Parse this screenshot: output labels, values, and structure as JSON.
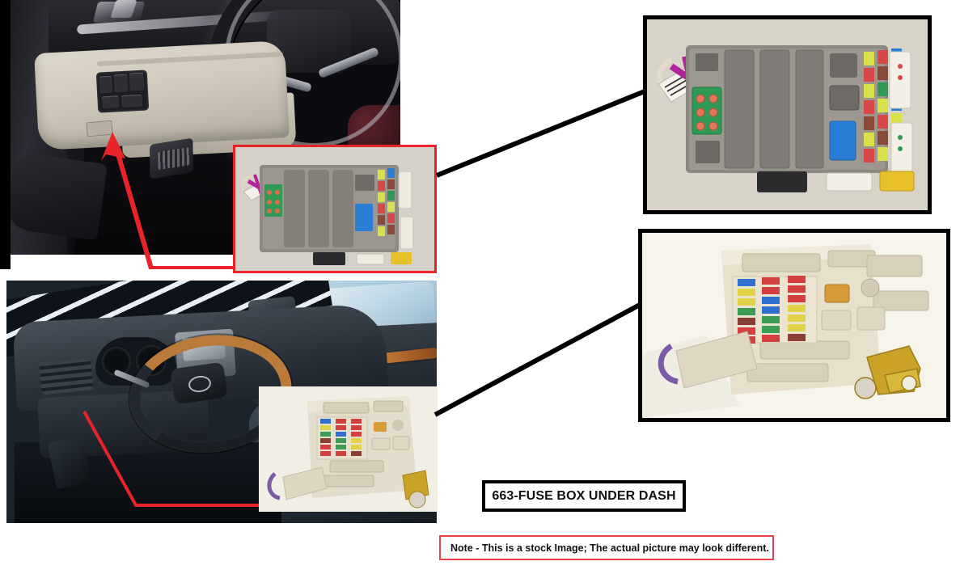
{
  "document": {
    "title": "663-FUSE BOX UNDER DASH",
    "type": "parts-illustration"
  },
  "caption": {
    "part_label": "663-FUSE BOX UNDER DASH",
    "note": "Note - This is a stock Image; The actual picture may look different."
  },
  "colors": {
    "callout_red": "#e8232a",
    "note_border_red": "#e8414a",
    "frame_black": "#000000",
    "page_background": "#ffffff"
  },
  "panels": {
    "cabin_top": {
      "name": "driver footwell and lower dash",
      "description": "Car interior photo showing steering wheel, beige lower dash trim panel with switch pad, brake pedal and dark floor mat",
      "pointer": "red-arrow-up-left"
    },
    "inset_fusebox_gray": {
      "name": "gray fuse box inset",
      "description": "Close-up of gray junction block with colored blade fuses, green relay block and magenta tag",
      "border_color": "#e8232a"
    },
    "cabin_bottom": {
      "name": "lexus cabin interior",
      "description": "Car interior photo showing wood-and-leather steering wheel, instrument cluster, wood trim and leather seat",
      "pointer": "red-leader-line"
    },
    "inset_fusebox_cream": {
      "name": "cream fuse box inset",
      "description": "Close-up of cream colored fuse box with three columns of blade fuses and gold bracket"
    },
    "fusebox_gray_large": {
      "name": "gray fuse box enlarged",
      "description": "Enlarged photo of gray under-dash fuse / junction block with fuse banks, blue relay and green connector",
      "border_color": "#000000"
    },
    "fusebox_cream_large": {
      "name": "cream fuse box enlarged",
      "description": "Enlarged photo of cream under-dash fuse box with colored blade fuses, white connectors and brass bracket",
      "border_color": "#000000"
    }
  },
  "connectors": [
    {
      "name": "leader-top",
      "from": "inset-fusebox-gray",
      "to": "fusebox-gray-large"
    },
    {
      "name": "leader-bottom",
      "from": "inset-fusebox-cream",
      "to": "fusebox-cream-large"
    }
  ]
}
